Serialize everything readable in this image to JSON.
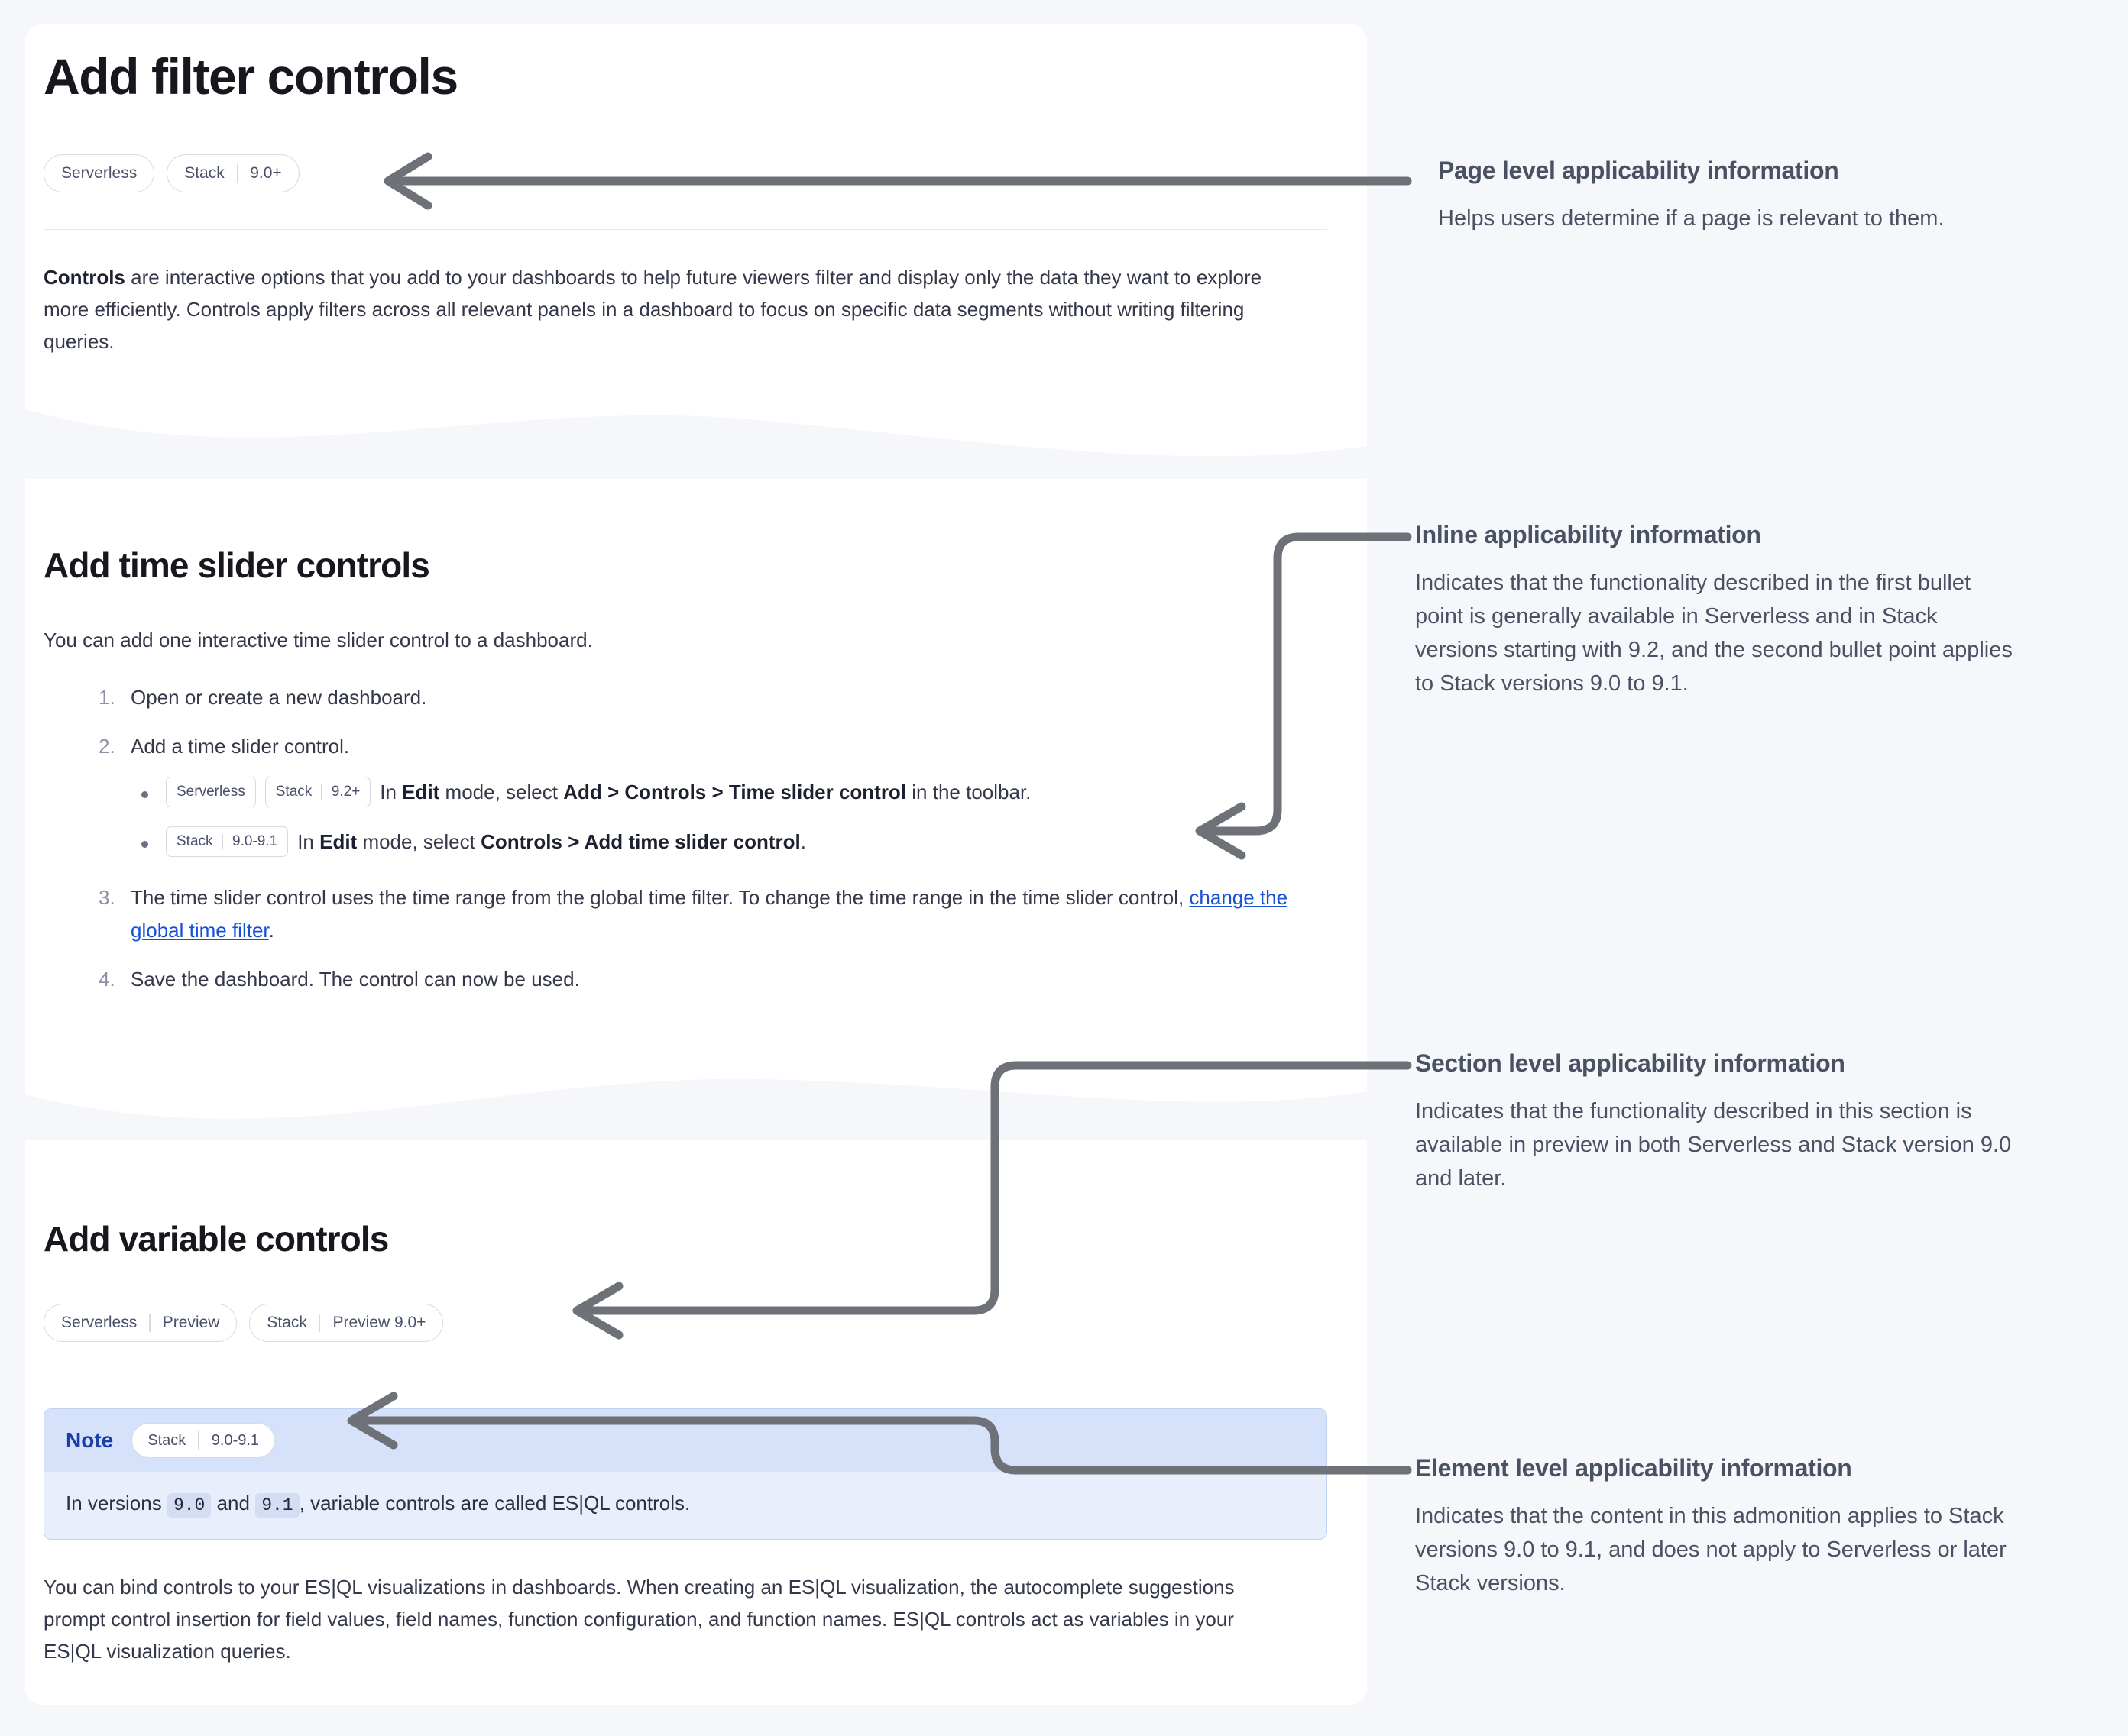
{
  "doc": {
    "page_title": "Add filter controls",
    "page_badges": [
      {
        "name": "Serverless",
        "version": ""
      },
      {
        "name": "Stack",
        "version": "9.0+"
      }
    ],
    "intro": {
      "lead": "Controls",
      "rest": " are interactive options that you add to your dashboards to help future viewers filter and display only the data they want to explore more efficiently. Controls apply filters across all relevant panels in a dashboard to focus on specific data segments without writing filtering queries."
    },
    "section_time_slider": {
      "title": "Add time slider controls",
      "intro": "You can add one interactive time slider control to a dashboard.",
      "steps": [
        {
          "text": "Open or create a new dashboard."
        },
        {
          "text": "Add a time slider control."
        },
        {
          "text": "The time slider control uses the time range from the global time filter. To change the time range in the time slider control, ",
          "link": "change the global time filter",
          "tail": "."
        },
        {
          "text": "Save the dashboard. The control can now be used."
        }
      ],
      "bullets": [
        {
          "badges": [
            {
              "name": "Serverless",
              "version": ""
            },
            {
              "name": "Stack",
              "version": "9.2+"
            }
          ],
          "prefix": "In ",
          "b1": "Edit",
          "mid1": " mode, select ",
          "b2": "Add",
          "sep1": " > ",
          "b3": "Controls",
          "sep2": " > ",
          "b4": "Time slider control",
          "tail": " in the toolbar."
        },
        {
          "badges": [
            {
              "name": "Stack",
              "version": "9.0-9.1"
            }
          ],
          "prefix": "In ",
          "b1": "Edit",
          "mid1": " mode, select ",
          "b2": "Controls",
          "sep1": " > ",
          "b3": "Add time slider control",
          "sep2": "",
          "b4": "",
          "tail": "."
        }
      ]
    },
    "section_variable": {
      "title": "Add variable controls",
      "badges": [
        {
          "name": "Serverless",
          "version": "Preview"
        },
        {
          "name": "Stack",
          "version": "Preview 9.0+"
        }
      ],
      "note": {
        "label": "Note",
        "badge": {
          "name": "Stack",
          "version": "9.0-9.1"
        },
        "body_pre": "In versions ",
        "code1": "9.0",
        "body_mid": " and ",
        "code2": "9.1",
        "body_post": ", variable controls are called ES|QL controls."
      },
      "paragraph": "You can bind controls to your ES|QL visualizations in dashboards. When creating an ES|QL visualization, the autocomplete suggestions prompt control insertion for field values, field names, function configuration, and function names. ES|QL controls act as variables in your ES|QL visualization queries."
    }
  },
  "annotations": [
    {
      "title": "Page level applicability information",
      "body": "Helps users determine if a page is relevant to them."
    },
    {
      "title": "Inline applicability information",
      "body": "Indicates that the functionality described in the first bullet point is generally available in Serverless and in Stack versions starting with 9.2, and the second bullet point applies to Stack versions 9.0 to 9.1."
    },
    {
      "title": "Section level applicability information",
      "body": "Indicates that the functionality described in this section is available in preview in both Serverless and Stack version 9.0 and later."
    },
    {
      "title": "Element level applicability information",
      "body": "Indicates that the content in this admonition applies to Stack versions 9.0 to 9.1, and does not apply to Serverless or later Stack versions."
    }
  ],
  "colors": {
    "page_bg": "#f6f7fb",
    "panel_bg": "#ffffff",
    "wave": "#f6f7fb",
    "connector": "#6e7178",
    "link": "#1750d6",
    "note_header": "#d5e2fa",
    "note_body": "#e8eefc",
    "note_border": "#bfd2f2",
    "note_label": "#1b3fa8",
    "annotation_text": "#4a5163"
  }
}
